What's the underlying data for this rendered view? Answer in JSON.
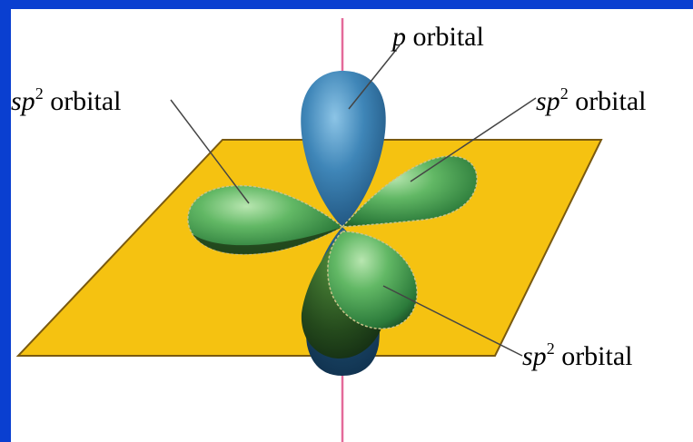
{
  "labels": {
    "p_orbital": {
      "italic": "p",
      "rest": " orbital"
    },
    "sp2_left": {
      "italic": "sp",
      "sup": "2",
      "rest": " orbital"
    },
    "sp2_right": {
      "italic": "sp",
      "sup": "2",
      "rest": " orbital"
    },
    "sp2_bottom": {
      "italic": "sp",
      "sup": "2",
      "rest": " orbital"
    }
  },
  "colors": {
    "background_border": "#0a3fd0",
    "plane": "#f5c211",
    "plane_edge": "#7a5a10",
    "p_lobe": "#3f86b8",
    "sp2_lobe": "#5ab45a",
    "axis": "#e46a9a"
  }
}
